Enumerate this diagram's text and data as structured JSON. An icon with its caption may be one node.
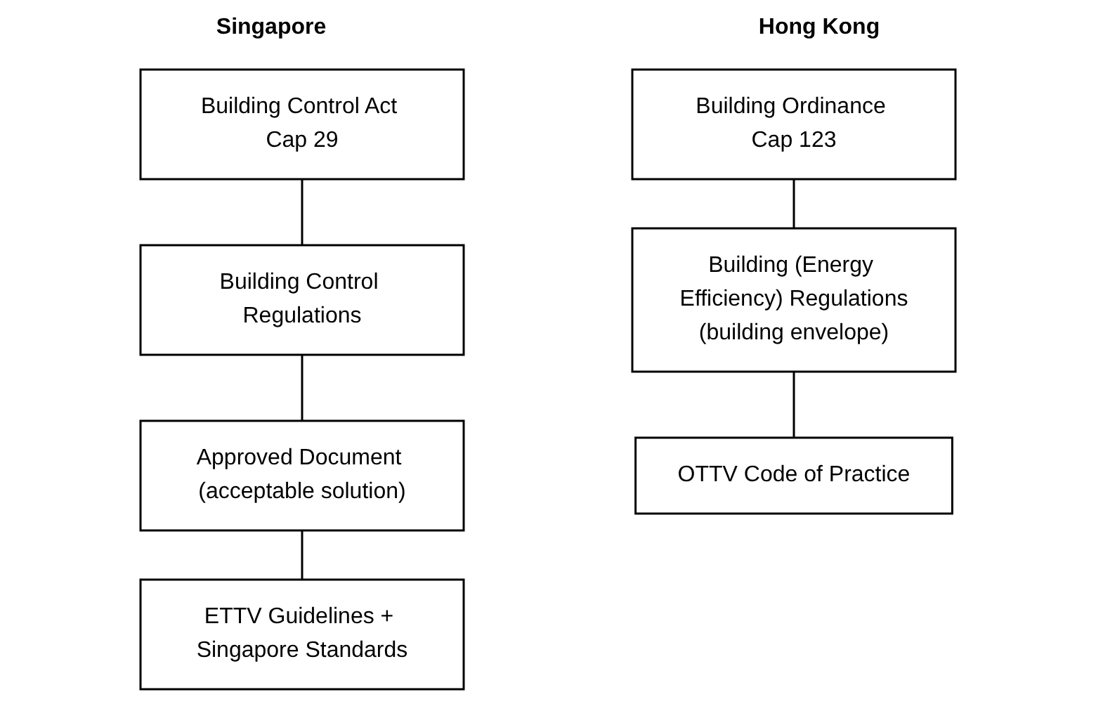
{
  "diagram": {
    "nodes": [
      {
        "text": [
          "Building Control Act Cap 29"
        ]
      },
      {
        "text": [
          "Building Control Regulations"
        ]
      },
      {
        "text": [
          "Approved Document (acceptable solution)"
        ]
      },
      {
        "text": [
          "ETTV Guidelines + Singapore Standards"
        ]
      },
      {
        "text": [
          "Building Ordinance Cap 123"
        ]
      },
      {
        "text": [
          "Building (Energy Efficiency) Regulations",
          "(building envelope)"
        ]
      },
      {
        "text": [
          "OTTV Code of Practice"
        ]
      }
    ],
    "edges": [
      {
        "from": 0,
        "to": 1,
        "arrow": "none"
      },
      {
        "from": 1,
        "to": 2,
        "arrow": "none"
      },
      {
        "from": 2,
        "to": 3,
        "arrow": "none"
      },
      {
        "from": 4,
        "to": 5,
        "arrow": "none"
      },
      {
        "from": 5,
        "to": 6,
        "arrow": "none"
      }
    ],
    "labels": [
      "Singapore",
      "Hong Kong"
    ]
  }
}
